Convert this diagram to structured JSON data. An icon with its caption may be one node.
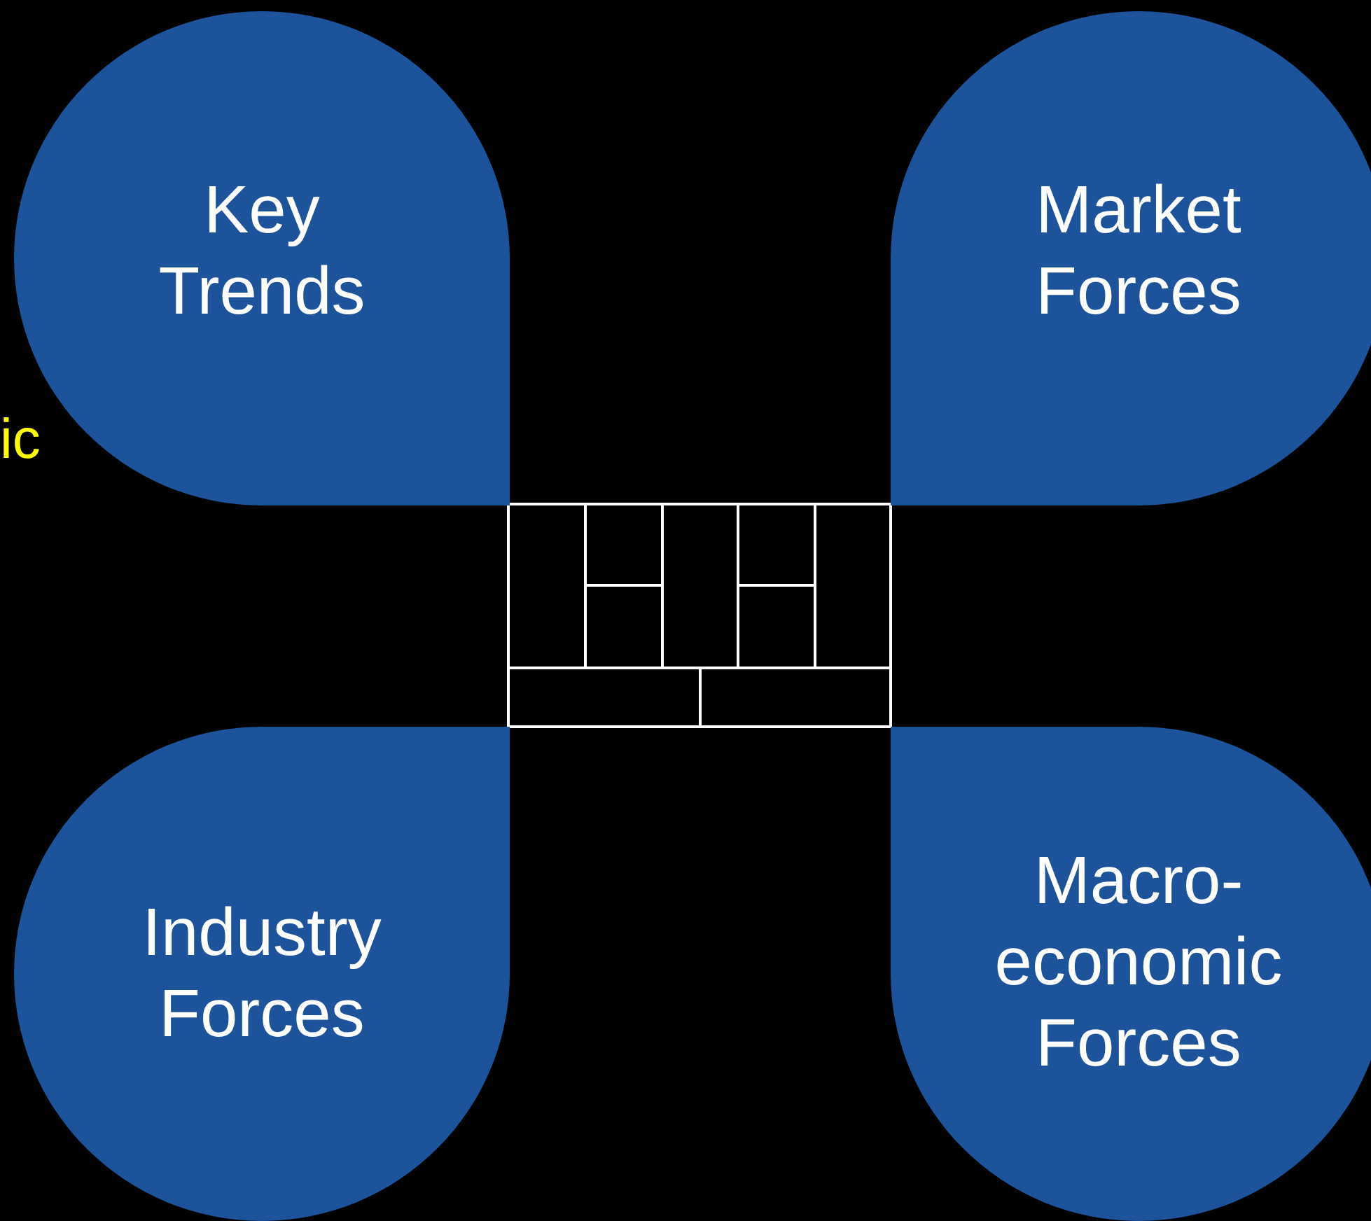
{
  "diagram": {
    "nodes": [
      {
        "text": [
          "Key Trends"
        ]
      },
      {
        "text": [
          "Market Forces"
        ]
      },
      {
        "text": [
          "Industry Forces"
        ]
      },
      {
        "text": [
          "Macro- economic Forces"
        ]
      }
    ],
    "labels": [
      "ic"
    ]
  }
}
